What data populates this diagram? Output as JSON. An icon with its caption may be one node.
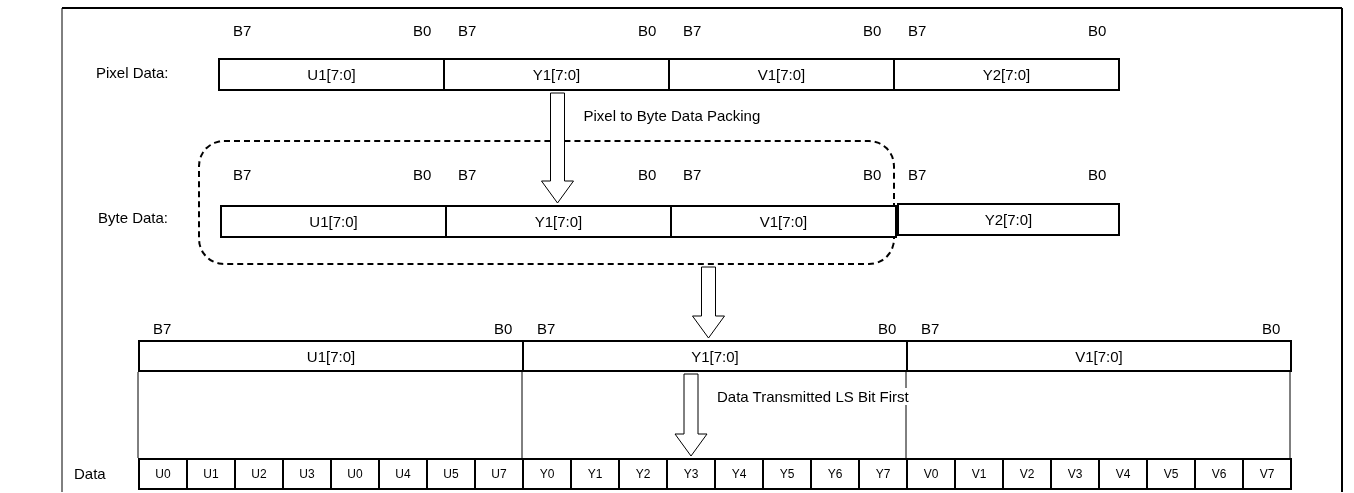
{
  "diagram": {
    "nodes": [
      {
        "text": [
          "U1[7:0]"
        ]
      },
      {
        "text": [
          "Y1[7:0]"
        ]
      },
      {
        "text": [
          "V1[7:0]"
        ]
      },
      {
        "text": [
          "Y2[7:0]"
        ]
      },
      {
        "text": [],
        "shape": "box"
      },
      {
        "text": [
          "U1[7:0]"
        ],
        "in": 4
      },
      {
        "text": [
          "Y1[7:0]"
        ],
        "in": 4
      },
      {
        "text": [
          "V1[7:0]"
        ],
        "in": 4
      },
      {
        "text": [
          "Y2[7:0]"
        ]
      },
      {
        "text": [
          "U1[7:0]"
        ]
      },
      {
        "text": [
          "Y1[7:0]"
        ]
      },
      {
        "text": [
          "V1[7:0]"
        ]
      },
      {
        "text": [
          "U0"
        ]
      },
      {
        "text": [
          "U1"
        ]
      },
      {
        "text": [
          "U2"
        ]
      },
      {
        "text": [
          "U3"
        ]
      },
      {
        "text": [
          "U0"
        ]
      },
      {
        "text": [
          "U4"
        ]
      },
      {
        "text": [
          "U5"
        ]
      },
      {
        "text": [
          "U7"
        ]
      },
      {
        "text": [
          "Y0"
        ]
      },
      {
        "text": [
          "Y1"
        ]
      },
      {
        "text": [
          "Y2"
        ]
      },
      {
        "text": [
          "Y3"
        ]
      },
      {
        "text": [
          "Y4"
        ]
      },
      {
        "text": [
          "Y5"
        ]
      },
      {
        "text": [
          "Y6"
        ]
      },
      {
        "text": [
          "Y7"
        ]
      },
      {
        "text": [
          "V0"
        ]
      },
      {
        "text": [
          "V1"
        ]
      },
      {
        "text": [
          "V2"
        ]
      },
      {
        "text": [
          "V3"
        ]
      },
      {
        "text": [
          "V4"
        ]
      },
      {
        "text": [
          "V5"
        ]
      },
      {
        "text": [
          "V6"
        ]
      },
      {
        "text": [
          "V7"
        ]
      }
    ],
    "edges": [
      {
        "from": 1,
        "to": 6,
        "arrow": "to",
        "label": "Pixel to Byte Data Packing"
      },
      {
        "from": 4,
        "to": 10,
        "arrow": "to"
      },
      {
        "from": 10,
        "to": 23,
        "arrow": "to",
        "label": "Data Transmitted LS Bit First"
      }
    ],
    "labels": [
      "B7",
      "B0",
      "B7",
      "B0",
      "B7",
      "B0",
      "B7",
      "B0",
      "Pixel Data:",
      "B7",
      "B0",
      "B7",
      "B0",
      "B7",
      "B0",
      "B7",
      "B0",
      "Byte Data:",
      "B7",
      "B0",
      "B7",
      "B0",
      "B7",
      "B0",
      "Data"
    ]
  }
}
